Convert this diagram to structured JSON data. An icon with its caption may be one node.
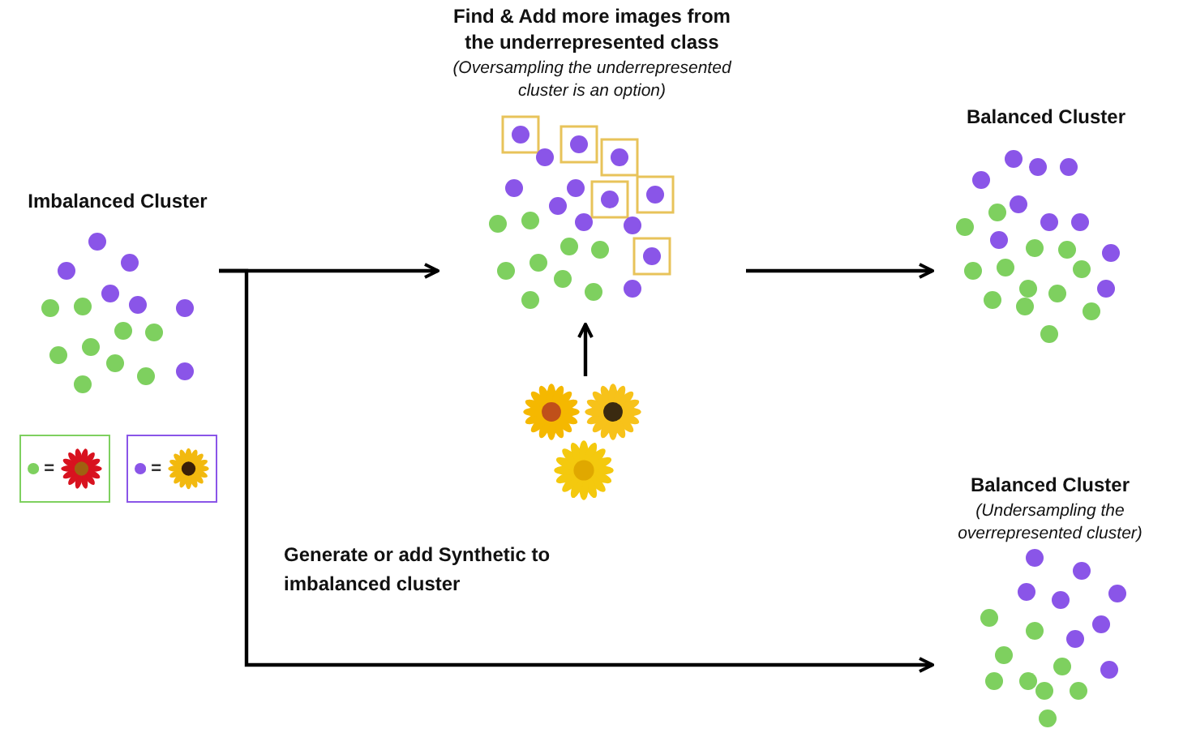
{
  "diagram": {
    "nodes": [
      {
        "text": [
          "Imbalanced Cluster"
        ]
      },
      {
        "text": [
          "Find & Add more images from the underrepresented class",
          "(Oversampling the underrepresented cluster is an option)"
        ]
      },
      {
        "text": [
          "Balanced Cluster"
        ]
      },
      {
        "text": [
          "Balanced Cluster",
          "(Undersampling the overrepresented cluster)"
        ]
      },
      {
        "text": [],
        "shape": "picture"
      }
    ],
    "edges": [
      {
        "from": 0,
        "to": 1,
        "arrow": "to"
      },
      {
        "from": 1,
        "to": 2,
        "arrow": "to"
      },
      {
        "from": 0,
        "to": 3,
        "arrow": "to",
        "label": "Generate or add Synthetic to imbalanced cluster"
      },
      {
        "from": 4,
        "to": 1,
        "arrow": "to"
      }
    ],
    "labels": [
      "=",
      "="
    ]
  }
}
